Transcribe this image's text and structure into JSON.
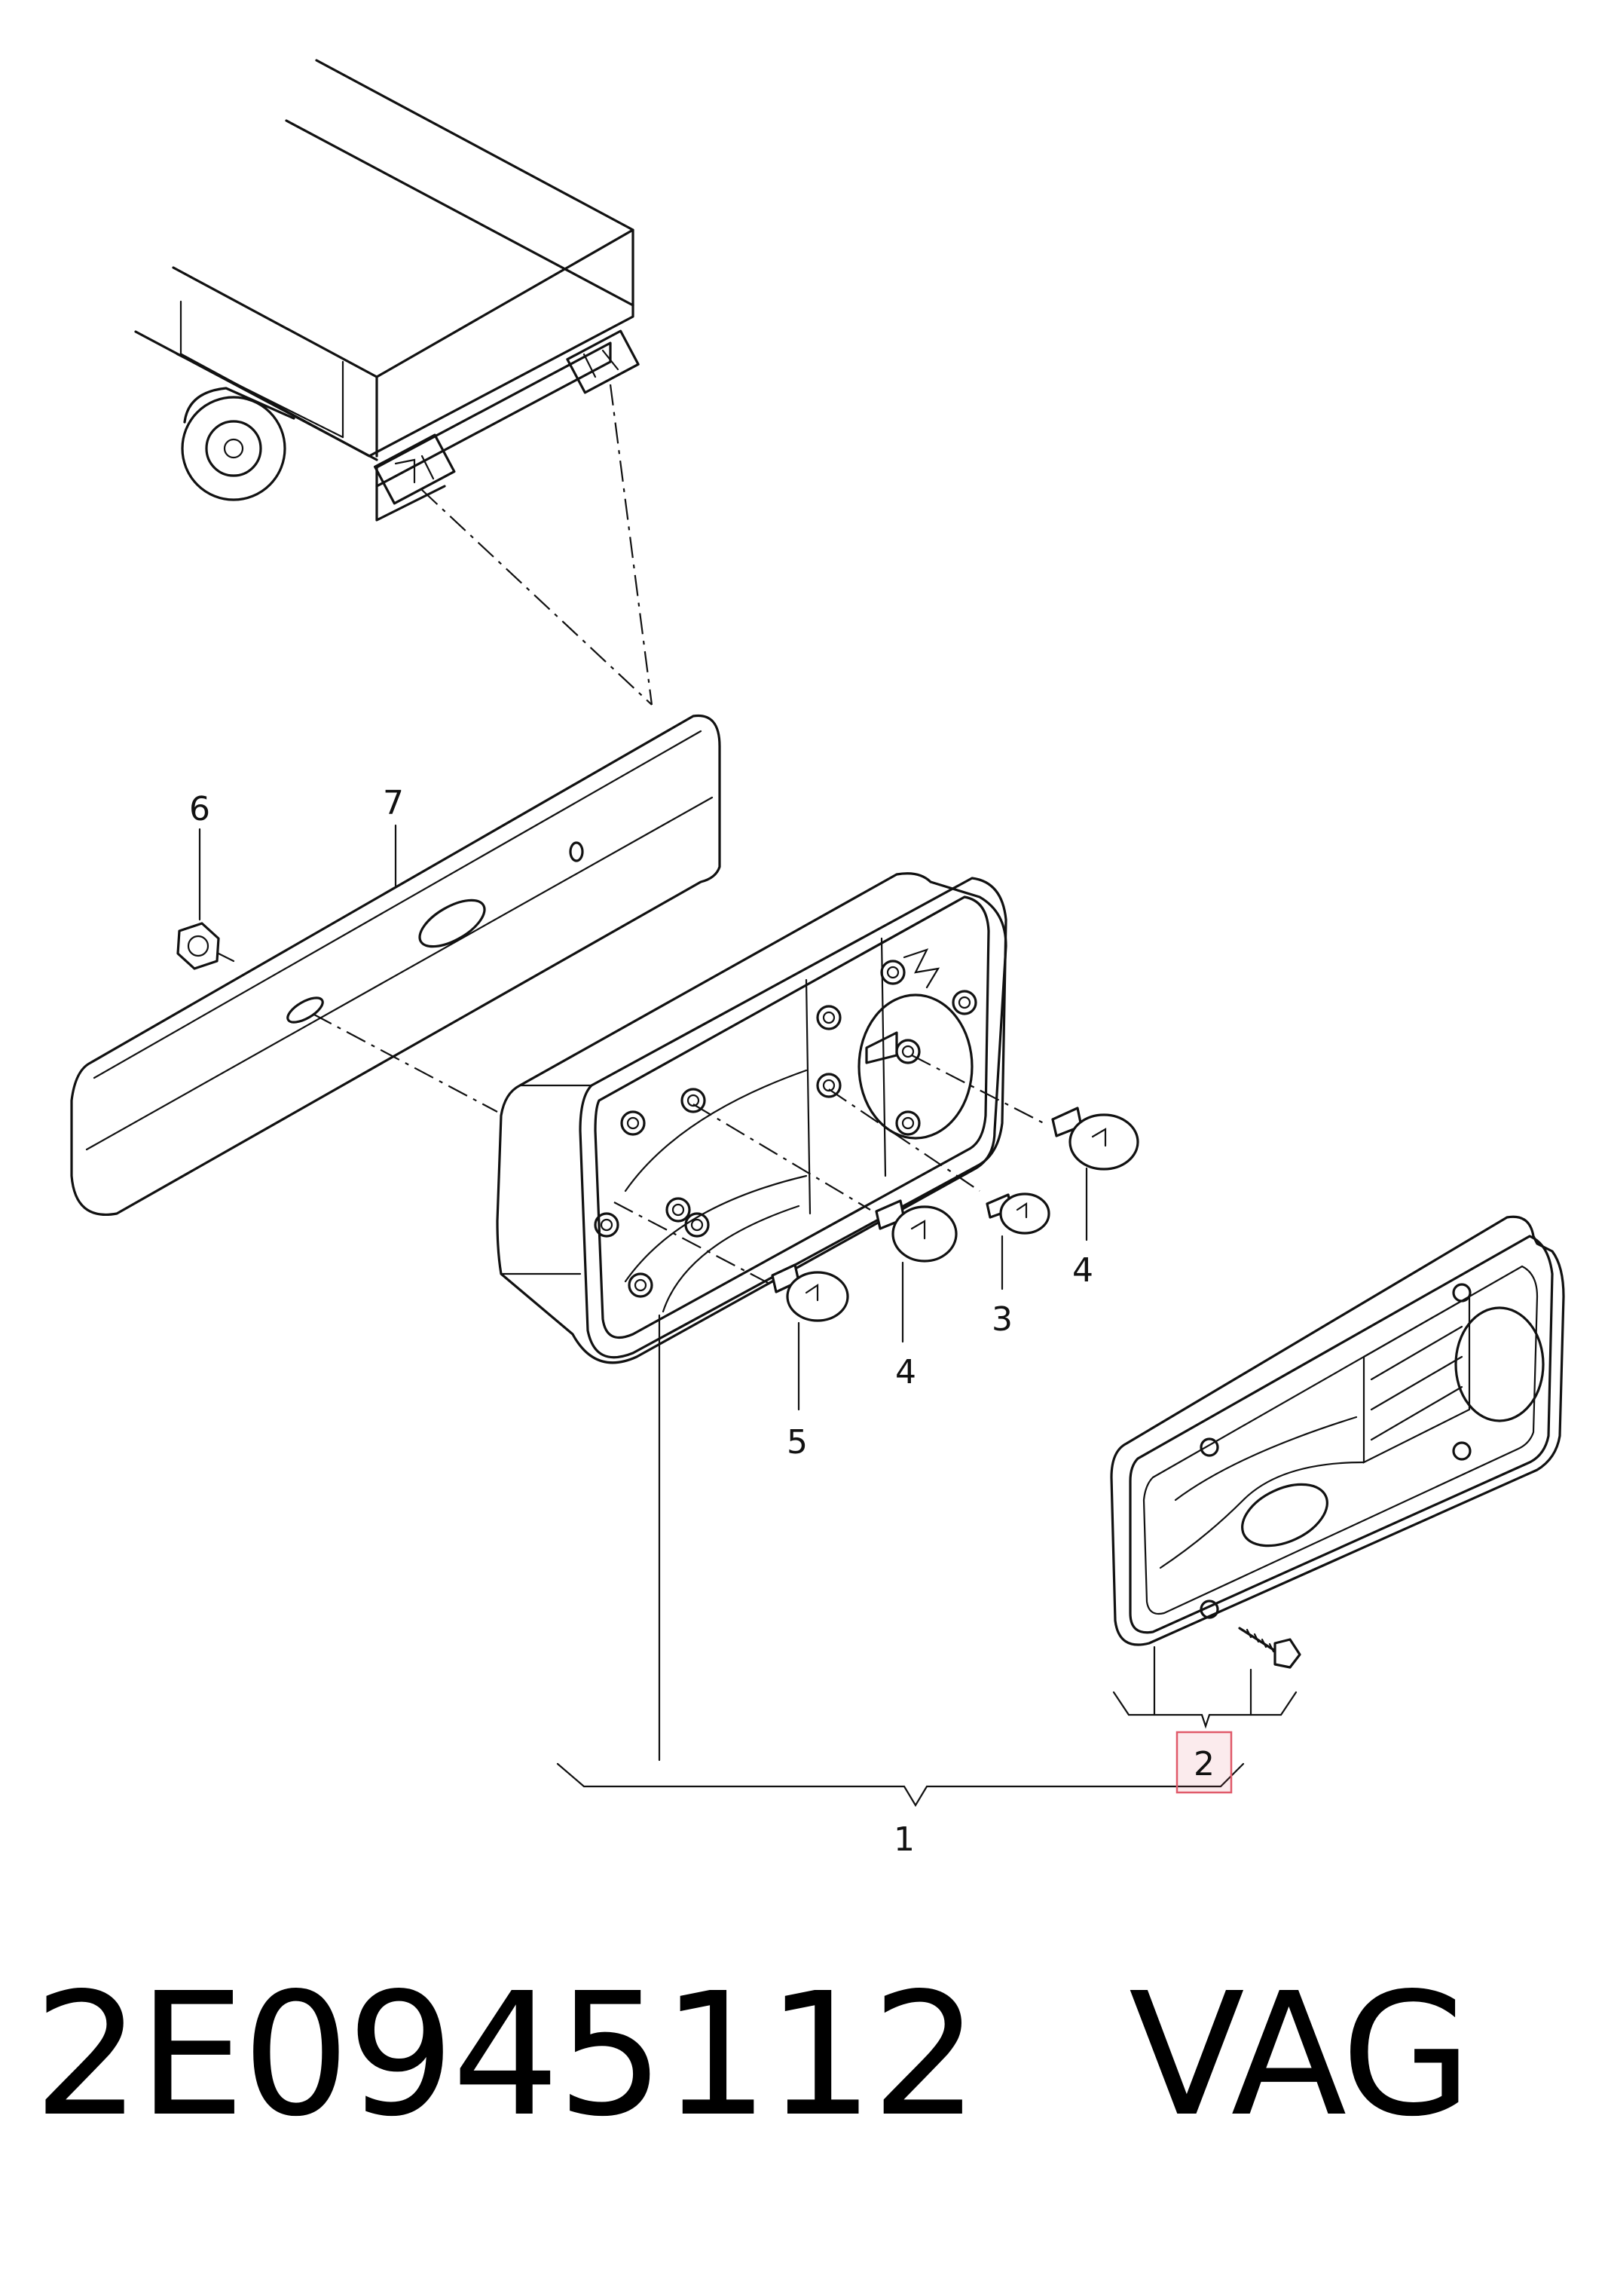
{
  "caption": {
    "part_number": "2E0945112",
    "brand": "VAG"
  },
  "callouts": {
    "assembly": "1",
    "lens": "2",
    "bulb_small": "3",
    "bulb_upper": "4",
    "bulb_lower": "4",
    "bulb_left": "5",
    "nut": "6",
    "trim_strip": "7"
  },
  "highlight_color": "#e05a6a"
}
